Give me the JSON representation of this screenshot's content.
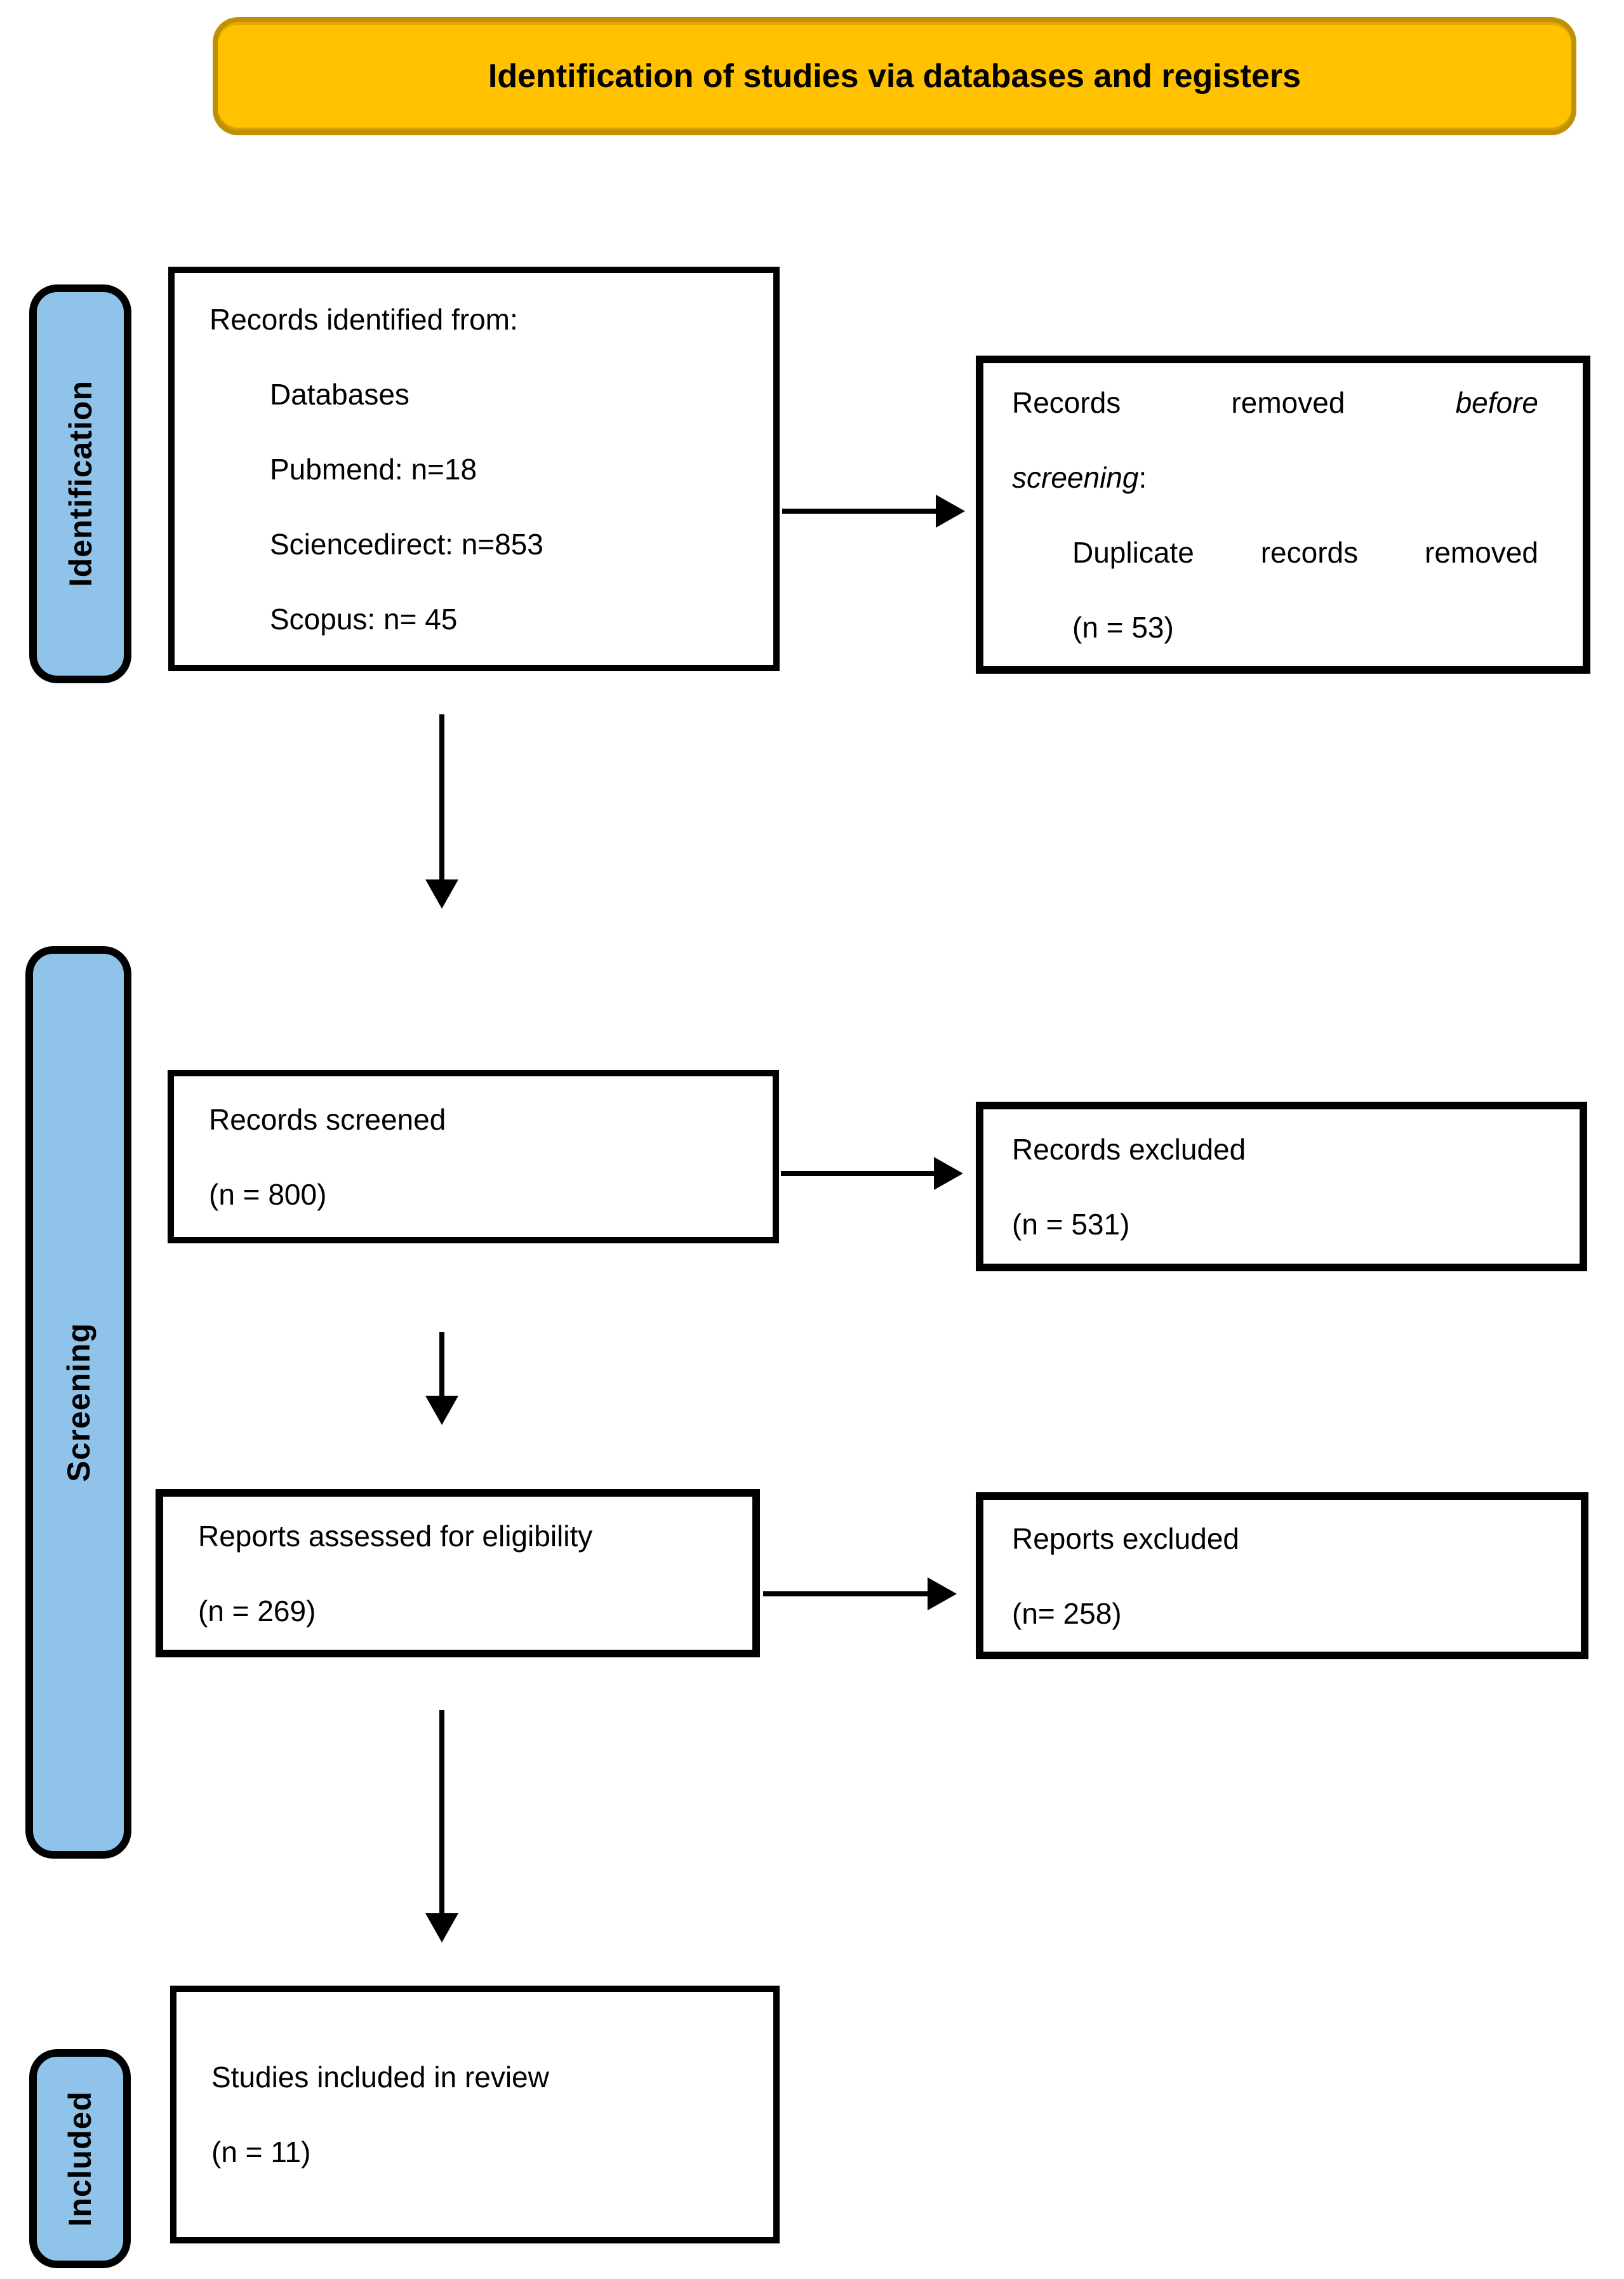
{
  "banner": {
    "title": "Identification of studies via databases and registers"
  },
  "stages": {
    "identification": "Identification",
    "screening": "Screening",
    "included": "Included"
  },
  "boxes": {
    "records_identified": {
      "title": "Records identified from:",
      "items": [
        "Databases",
        "Pubmend: n=18",
        "Sciencedirect: n=853",
        "Scopus: n= 45"
      ]
    },
    "records_removed": {
      "line1_normal": "Records removed",
      "line1_italic": "before",
      "line2_italic": "screening",
      "line2_normal": ":",
      "item_line1": "Duplicate records removed",
      "item_line2": "(n = 53)"
    },
    "records_screened": {
      "line1": "Records screened",
      "line2": "(n = 800)"
    },
    "records_excluded": {
      "line1": "Records excluded",
      "line2": "(n = 531)"
    },
    "reports_assessed": {
      "line1": "Reports assessed for eligibility",
      "line2": "(n = 269)"
    },
    "reports_excluded": {
      "line1": "Reports excluded",
      "line2": "(n= 258)"
    },
    "studies_included": {
      "line1": "Studies included in review",
      "line2": "(n = 11)"
    }
  },
  "colors": {
    "banner_fill": "#FFC100",
    "banner_border": "#BF9000",
    "stage_fill": "#8FC3E9",
    "ink": "#000000"
  }
}
